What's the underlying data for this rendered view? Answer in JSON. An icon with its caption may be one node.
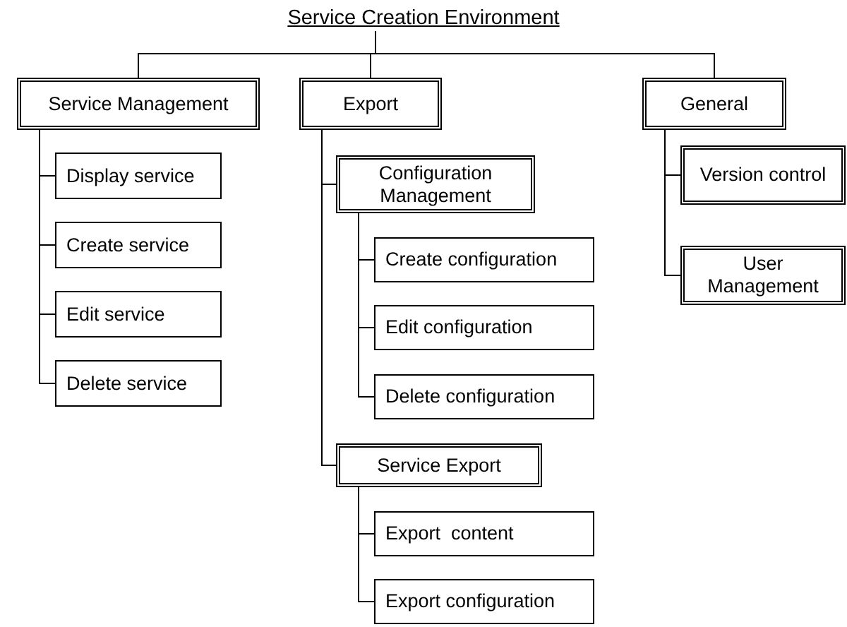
{
  "diagram": {
    "nodes": [
      {
        "text": [
          "Service Creation Environment"
        ]
      },
      {
        "text": [
          "Service Management"
        ]
      },
      {
        "text": [
          "Display service"
        ]
      },
      {
        "text": [
          "Create service"
        ]
      },
      {
        "text": [
          "Edit service"
        ]
      },
      {
        "text": [
          "Delete service"
        ]
      },
      {
        "text": [
          "Export"
        ]
      },
      {
        "text": [
          "Configuration Management"
        ]
      },
      {
        "text": [
          "Create configuration"
        ]
      },
      {
        "text": [
          "Edit configuration"
        ]
      },
      {
        "text": [
          "Delete configuration"
        ]
      },
      {
        "text": [
          "Service Export"
        ]
      },
      {
        "text": [
          "Export  content"
        ]
      },
      {
        "text": [
          "Export configuration"
        ]
      },
      {
        "text": [
          "General"
        ]
      },
      {
        "text": [
          "Version control"
        ]
      },
      {
        "text": [
          "User Management"
        ]
      }
    ],
    "edges": [
      {
        "from": 0,
        "to": 1,
        "arrow": "none"
      },
      {
        "from": 0,
        "to": 6,
        "arrow": "none"
      },
      {
        "from": 0,
        "to": 14,
        "arrow": "none"
      },
      {
        "from": 1,
        "to": 2,
        "arrow": "none"
      },
      {
        "from": 1,
        "to": 3,
        "arrow": "none"
      },
      {
        "from": 1,
        "to": 4,
        "arrow": "none"
      },
      {
        "from": 1,
        "to": 5,
        "arrow": "none"
      },
      {
        "from": 6,
        "to": 7,
        "arrow": "none"
      },
      {
        "from": 6,
        "to": 11,
        "arrow": "none"
      },
      {
        "from": 7,
        "to": 8,
        "arrow": "none"
      },
      {
        "from": 7,
        "to": 9,
        "arrow": "none"
      },
      {
        "from": 7,
        "to": 10,
        "arrow": "none"
      },
      {
        "from": 11,
        "to": 12,
        "arrow": "none"
      },
      {
        "from": 11,
        "to": 13,
        "arrow": "none"
      },
      {
        "from": 14,
        "to": 15,
        "arrow": "none"
      },
      {
        "from": 14,
        "to": 16,
        "arrow": "none"
      }
    ]
  }
}
